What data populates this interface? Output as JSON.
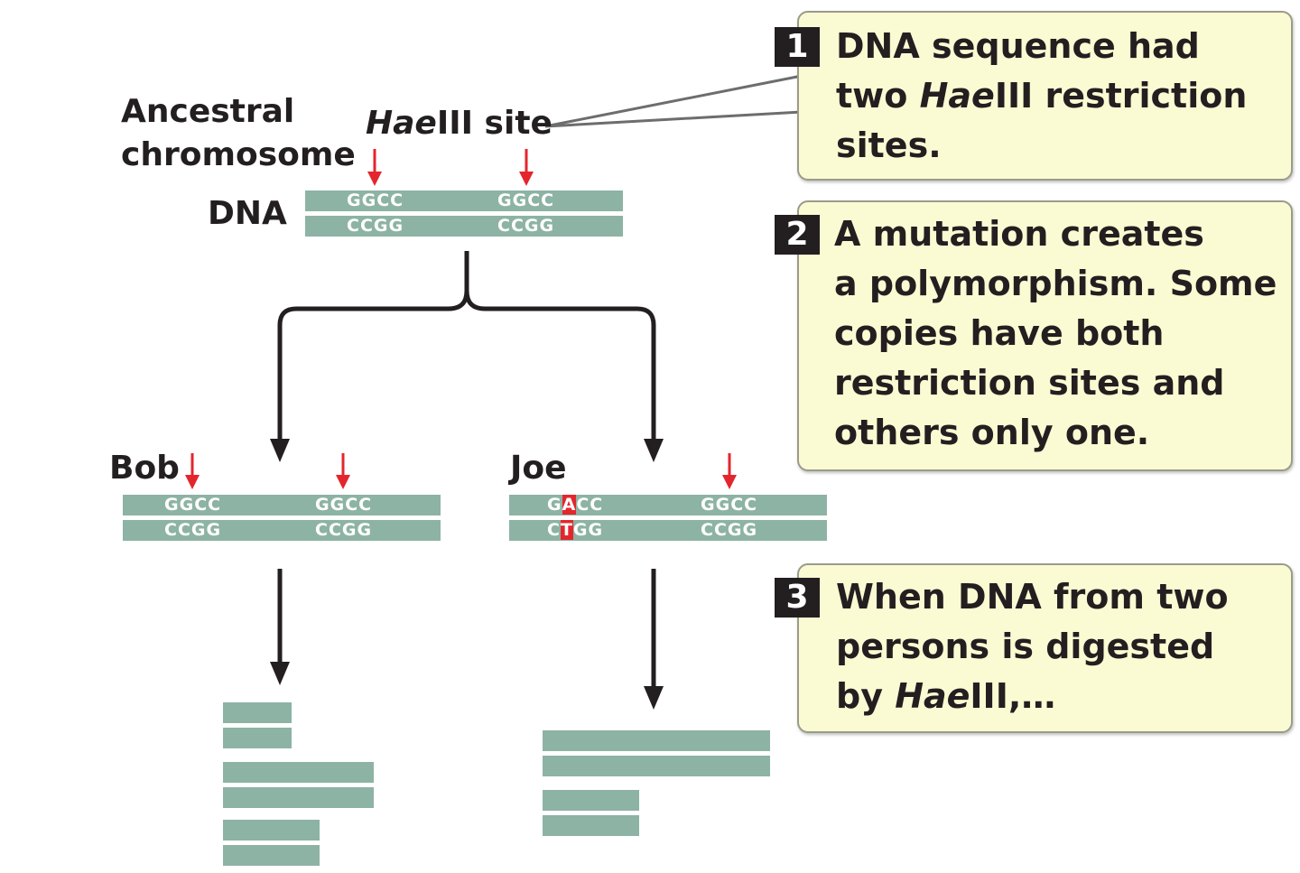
{
  "labels": {
    "ancestral_line1": "Ancestral",
    "ancestral_line2": "chromosome",
    "haeiii_italic": "Hae",
    "haeiii_rest": "III site",
    "dna": "DNA",
    "bob": "Bob",
    "joe": "Joe"
  },
  "sequences": {
    "site_top": "GGCC",
    "site_bottom": "CCGG",
    "joe_mut_top_pre": "G",
    "joe_mut_top_base": "A",
    "joe_mut_top_post": "CC",
    "joe_mut_bottom_pre": "C",
    "joe_mut_bottom_base": "T",
    "joe_mut_bottom_post": "GG"
  },
  "steps": [
    {
      "number": "1",
      "line1": "DNA sequence had",
      "line2_pre": "two ",
      "line2_italic": "Hae",
      "line2_post": "III restriction",
      "line3": "sites."
    },
    {
      "number": "2",
      "lines": [
        "A mutation creates",
        "a polymorphism. Some",
        "copies have both",
        "restriction sites and",
        "others only one."
      ]
    },
    {
      "number": "3",
      "line1": "When DNA from two",
      "line2": "persons is digested",
      "line3_pre": "by ",
      "line3_italic": "Hae",
      "line3_post": "III,…"
    }
  ],
  "colors": {
    "strand": "#8db3a5",
    "arrow_red": "#e3262d",
    "box_fill": "#fbfbd3",
    "mutation": "#e3262d"
  }
}
